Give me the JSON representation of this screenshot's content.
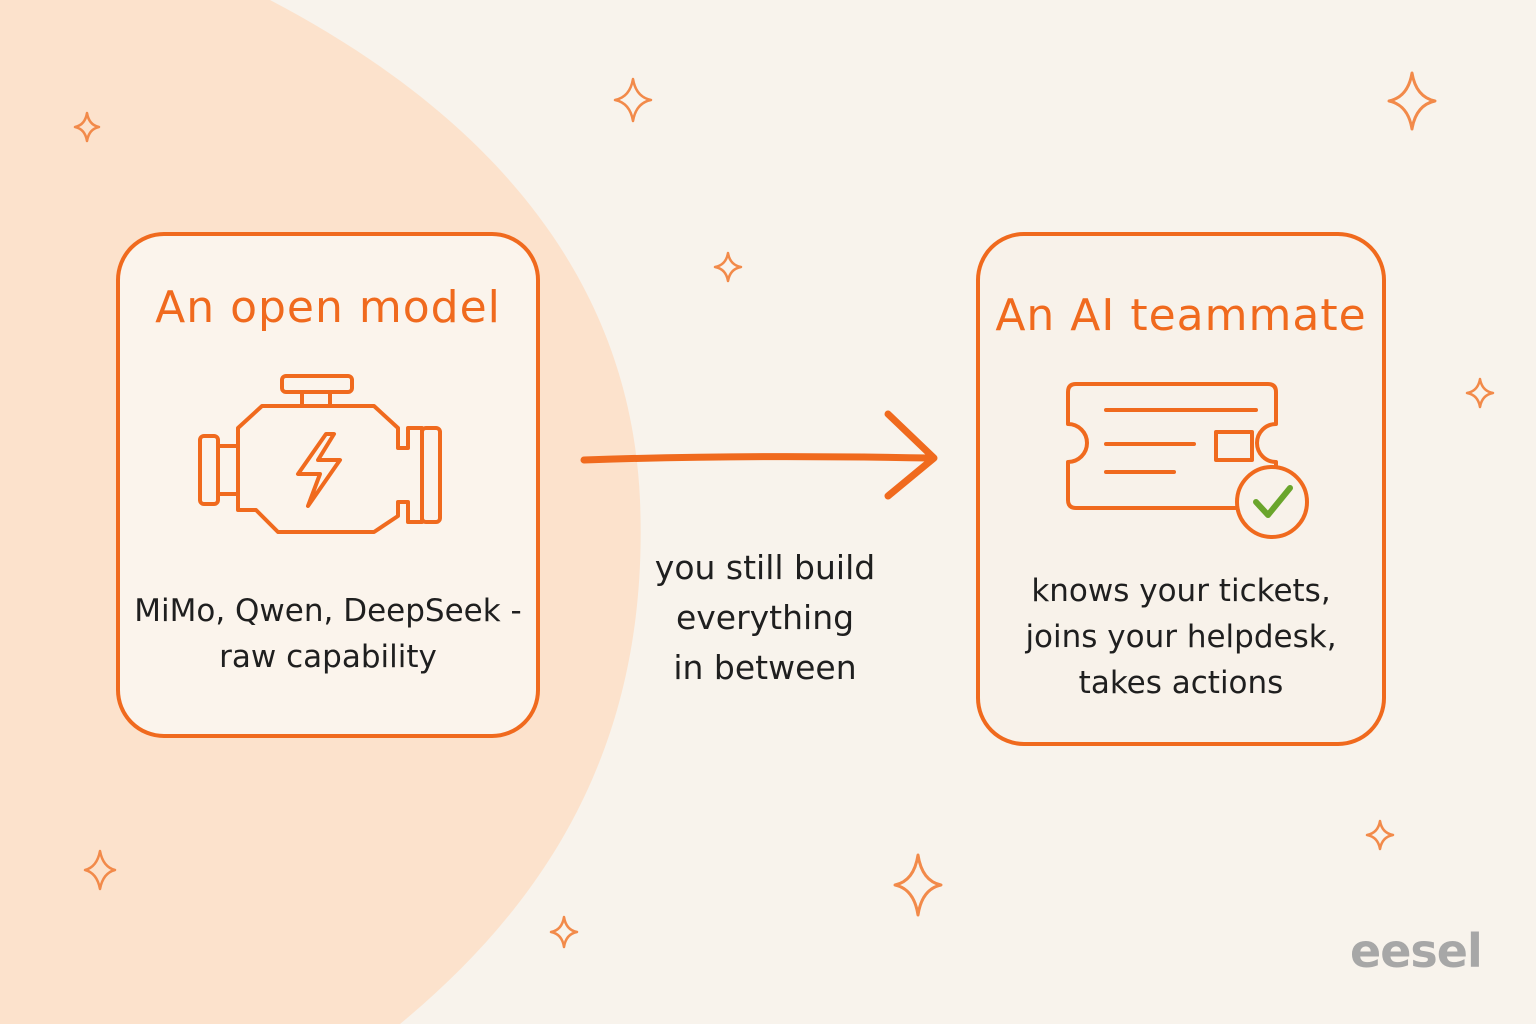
{
  "left_card": {
    "title": "An open model",
    "icon": "engine-bolt-icon",
    "description_line1": "MiMo, Qwen, DeepSeek -",
    "description_line2": "raw capability"
  },
  "connector": {
    "icon": "right-arrow-icon",
    "line1": "you still build",
    "line2": "everything",
    "line3": "in between"
  },
  "right_card": {
    "title": "An AI teammate",
    "icon": "ticket-check-icon",
    "description_line1": "knows your tickets,",
    "description_line2": "joins your helpdesk,",
    "description_line3": "takes actions"
  },
  "brand": {
    "name": "eesel"
  },
  "colors": {
    "accent": "#f06a1e",
    "background": "#f8f3ec",
    "blob": "#fce2cc",
    "check": "#6aa52c",
    "text": "#1f1f1f",
    "brand": "#a7a7a7"
  }
}
